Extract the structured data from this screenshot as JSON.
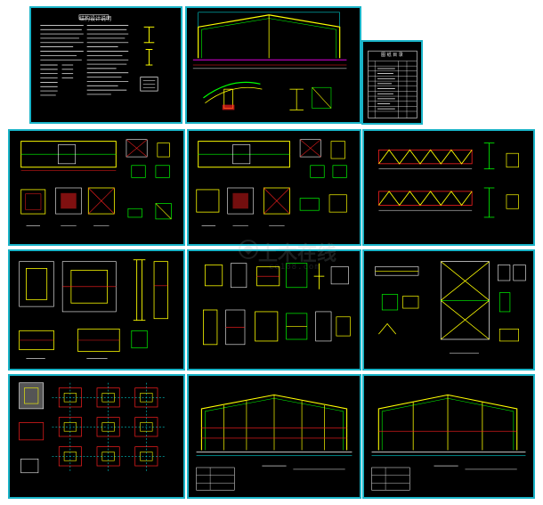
{
  "drawing_set": {
    "sheets": [
      {
        "id": "notes",
        "title": "结构设计说明"
      },
      {
        "id": "portal-frame",
        "title": ""
      },
      {
        "id": "index",
        "title": "图 纸 目 录"
      },
      {
        "id": "beam-details-1",
        "title": ""
      },
      {
        "id": "beam-details-2",
        "title": ""
      },
      {
        "id": "truss-details",
        "title": ""
      },
      {
        "id": "column-details",
        "title": ""
      },
      {
        "id": "connection-details",
        "title": ""
      },
      {
        "id": "bracing-details",
        "title": ""
      },
      {
        "id": "foundation-plan",
        "title": ""
      },
      {
        "id": "elevation-1",
        "title": ""
      },
      {
        "id": "elevation-2",
        "title": ""
      }
    ]
  },
  "watermark": {
    "text": "土木在线",
    "sub": "co188.com"
  },
  "colors": {
    "frame": "#19b3c7",
    "background": "#000000",
    "line_yellow": "#ffff00",
    "line_green": "#00ff00",
    "line_red": "#ff2020",
    "line_white": "#ffffff",
    "line_cyan": "#00ffff",
    "line_magenta": "#ff00ff"
  }
}
